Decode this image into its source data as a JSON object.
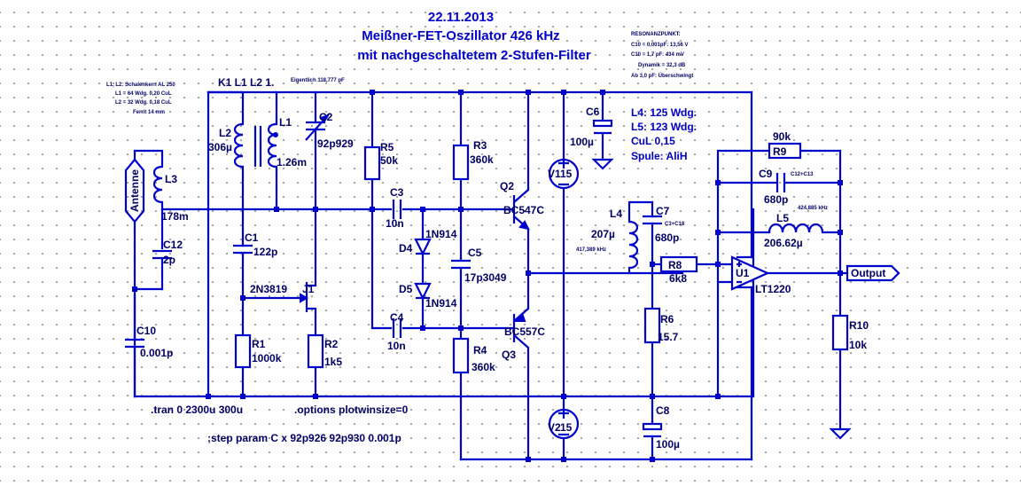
{
  "title": {
    "date": "22.11.2013",
    "line1": "Meißner-FET-Oszillator 426 kHz",
    "line2": "mit nachgeschaltetem 2-Stufen-Filter"
  },
  "resonance_notes": [
    "RESONANZPUNKT:",
    "C10 = 0,001pF: 13,56 V",
    "C10 = 1,7 pF: 434 mV",
    "Dynamik = 32,3 dB",
    "Ab 3,0 pF: Überschwingt"
  ],
  "coil_notes": [
    "L1, L2: Schalenkern AL 250",
    "L1 = 64 Wdg. 0,20 CuL",
    "L2 = 32 Wdg. 0,18 CuL",
    "Ferrit 14 mm"
  ],
  "coupling_directive": "K1 L1 L2 1.",
  "c2_note": "Eigentlich 118,777 pF",
  "l4_l5_notes": [
    "L4: 125 Wdg.",
    "L5: 123 Wdg.",
    "CuL 0,15",
    "Spule: AliH"
  ],
  "c9_note": "C12+C13",
  "c7_note": "C3+C18",
  "l5_freq_note": "424,885 kHz",
  "l4_freq_note": "417,389 kHz",
  "antenna_label": "Antenne",
  "output_label": "Output",
  "directives": {
    "tran": ".tran 0 2300u 300u",
    "options": ".options plotwinsize=0",
    "step": ";step param C x 92p926 92p930 0.001p"
  },
  "components": {
    "L1": {
      "name": "L1",
      "value": "1.26m"
    },
    "L2": {
      "name": "L2",
      "value": "306µ"
    },
    "L3": {
      "name": "L3",
      "value": "178m"
    },
    "L4": {
      "name": "L4",
      "value": "207µ"
    },
    "L5": {
      "name": "L5",
      "value": "206.62µ"
    },
    "C1": {
      "name": "C1",
      "value": "122p"
    },
    "C2": {
      "name": "C2",
      "value": "92p929"
    },
    "C3": {
      "name": "C3",
      "value": "10n"
    },
    "C4": {
      "name": "C4",
      "value": "10n"
    },
    "C5": {
      "name": "C5",
      "value": "17p3049"
    },
    "C6": {
      "name": "C6",
      "value": "100µ"
    },
    "C7": {
      "name": "C7",
      "value": "680p"
    },
    "C8": {
      "name": "C8",
      "value": "100µ"
    },
    "C9": {
      "name": "C9",
      "value": "680p"
    },
    "C10": {
      "name": "C10",
      "value": "0.001p"
    },
    "C12": {
      "name": "C12",
      "value": "2p"
    },
    "R1": {
      "name": "R1",
      "value": "1000k"
    },
    "R2": {
      "name": "R2",
      "value": "1k5"
    },
    "R3": {
      "name": "R3",
      "value": "360k"
    },
    "R4": {
      "name": "R4",
      "value": "360k"
    },
    "R5": {
      "name": "R5",
      "value": "50k"
    },
    "R6": {
      "name": "R6",
      "value": "15.7"
    },
    "R8": {
      "name": "R8",
      "value": "6k8"
    },
    "R9": {
      "name": "R9",
      "value": "90k"
    },
    "R10": {
      "name": "R10",
      "value": "10k"
    },
    "D4": {
      "name": "D4",
      "value": "1N914"
    },
    "D5": {
      "name": "D5",
      "value": "1N914"
    },
    "J1": {
      "name": "J1",
      "value": "2N3819"
    },
    "Q2": {
      "name": "Q2",
      "value": "BC547C"
    },
    "Q3": {
      "name": "Q3",
      "value": "BC557C"
    },
    "U1": {
      "name": "U1",
      "value": "LT1220"
    },
    "V1": {
      "name": "V1",
      "value": "15"
    },
    "V2": {
      "name": "V2",
      "value": "15"
    }
  }
}
